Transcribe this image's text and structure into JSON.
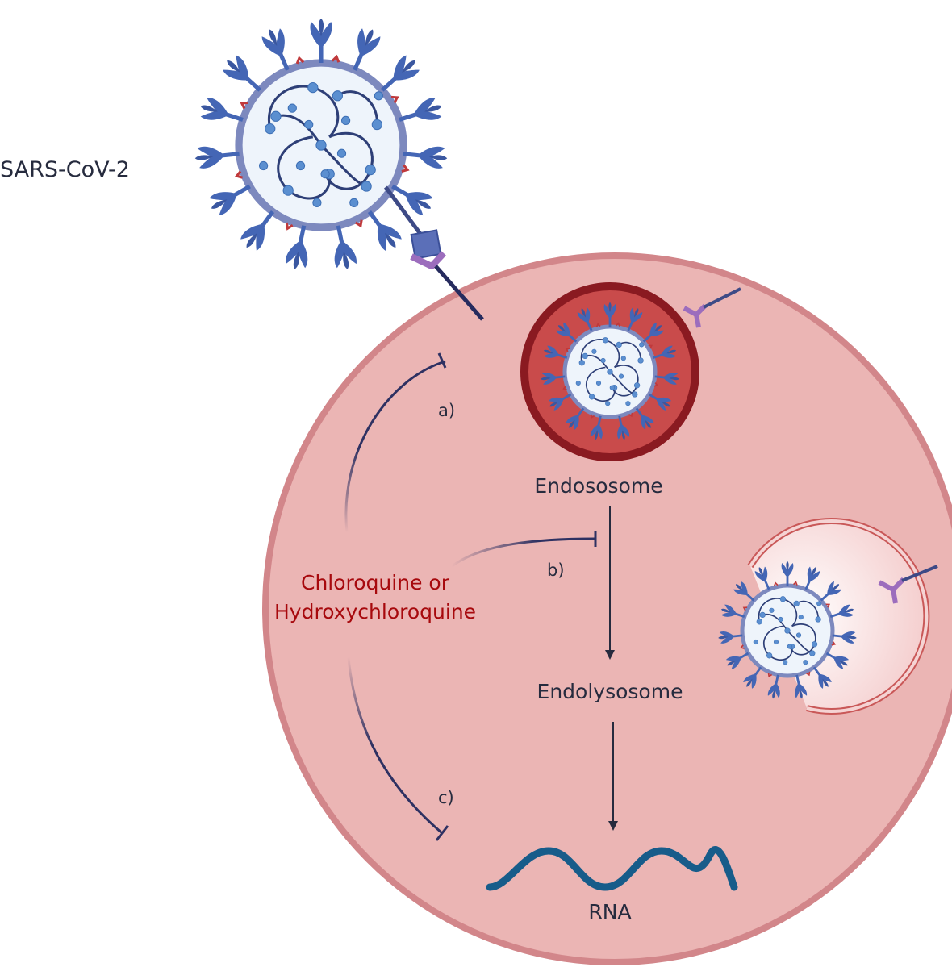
{
  "labels": {
    "virus": "SARS-CoV-2",
    "endosome": "Endososome",
    "endolysosome": "Endolysosome",
    "rna": "RNA",
    "drug_line1": "Chloroquine  or",
    "drug_line2": "Hydroxychloroquine",
    "step_a": "a)",
    "step_b": "b)",
    "step_c": "c)"
  },
  "icons": {
    "virus": "coronavirus-icon",
    "receptor": "ace2-receptor-icon",
    "rna": "rna-strand-icon"
  },
  "colors": {
    "cell_fill": "#ebb5b4",
    "cell_border": "#d2868a",
    "virus_envelope": "#7d89be",
    "virus_interior": "#eef4fb",
    "spike": "#4466b5",
    "endosome_fill": "#c94b4b",
    "endosome_border": "#8a1a21",
    "receptor": "#9c6dbd",
    "drug_text": "#a7090d",
    "rna": "#175c8a",
    "text": "#262b3e"
  }
}
